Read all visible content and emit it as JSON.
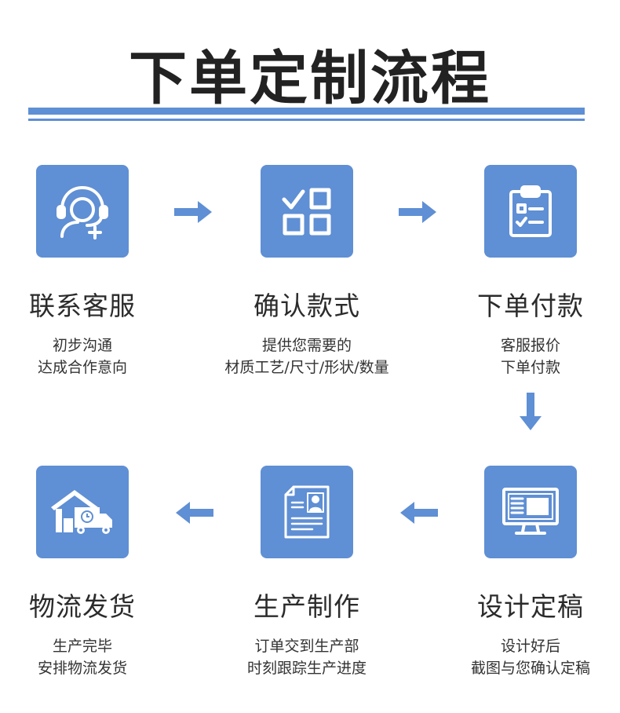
{
  "title": "下单定制流程",
  "colors": {
    "accent": "#5f8fd4",
    "text": "#2b2b2b"
  },
  "steps": [
    {
      "icon": "customer-service-icon",
      "title": "联系客服",
      "desc": [
        "初步沟通",
        "达成合作意向"
      ]
    },
    {
      "icon": "select-style-icon",
      "title": "确认款式",
      "desc": [
        "提供您需要的",
        "材质工艺/尺寸/形状/数量"
      ]
    },
    {
      "icon": "clipboard-checklist-icon",
      "title": "下单付款",
      "desc": [
        "客服报价",
        "下单付款"
      ]
    },
    {
      "icon": "computer-design-icon",
      "title": "设计定稿",
      "desc": [
        "设计好后",
        "截图与您确认定稿"
      ]
    },
    {
      "icon": "resume-document-icon",
      "title": "生产制作",
      "desc": [
        "订单交到生产部",
        "时刻跟踪生产进度"
      ]
    },
    {
      "icon": "warehouse-truck-icon",
      "title": "物流发货",
      "desc": [
        "生产完毕",
        "安排物流发货"
      ]
    }
  ]
}
